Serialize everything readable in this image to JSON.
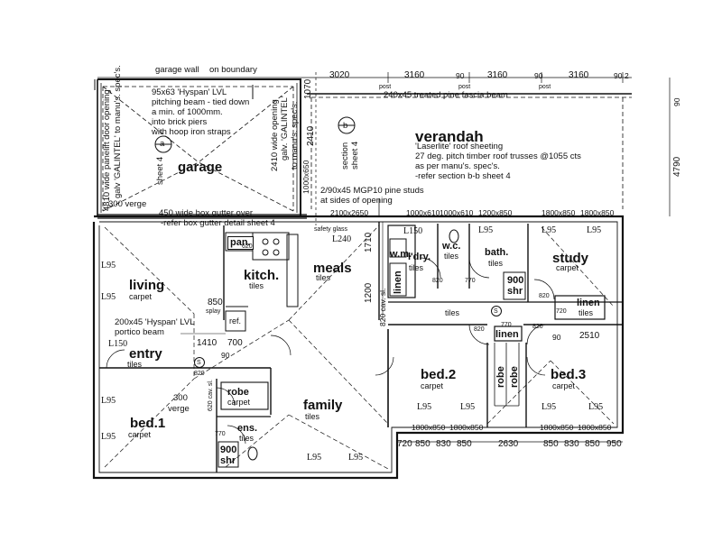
{
  "rooms": {
    "garage": "garage",
    "verandah": "verandah",
    "living": "living",
    "living_floor": "carpet",
    "kitchen": "kitch.",
    "kitchen_floor": "tiles",
    "pantry": "pan.",
    "refrigerator": "ref.",
    "meals": "meals",
    "meals_floor": "tiles",
    "laundry": "l'dry.",
    "laundry_floor": "tiles",
    "washing_machine": "w.m.",
    "wc": "w.c.",
    "wc_floor": "tiles",
    "bath": "bath.",
    "bath_floor": "tiles",
    "study": "study",
    "study_floor": "carpet",
    "linen": "linen",
    "linen_floor": "tiles",
    "entry": "entry",
    "entry_floor": "tiles",
    "hall_floor": "tiles",
    "bed1": "bed.1",
    "bed1_floor": "carpet",
    "robe": "robe",
    "robe_floor": "carpet",
    "ensuite": "ens.",
    "ensuite_floor": "tiles",
    "family": "family",
    "family_floor": "tiles",
    "bed2": "bed.2",
    "bed2_floor": "carpet",
    "bed3": "bed.3",
    "bed3_floor": "carpet",
    "shower": "900",
    "shower_label": "shr"
  },
  "notes": {
    "garage_wall": "garage wall",
    "on_boundary": "on boundary",
    "beam1": "95x63 'Hyspan' LVL",
    "beam2": "pitching beam - tied down",
    "beam3": "a min. of 1000mm.",
    "beam4": "into brick piers",
    "beam5": "with hoop iron straps",
    "panelift": "4810 wide panelift door opening",
    "galvintel1": "galv 'GALINTEL' to manu's. spec's.",
    "opening2410": "2410 wide opening",
    "galvintel2": "galv. 'GALINTEL'",
    "manuspec": "to manu's. spec's.",
    "verge300": "300 verge",
    "boxgutter1": "450 wide box gutter over",
    "boxgutter2": "-refer box gutter detail sheet 4",
    "section_a": "a",
    "section_b": "b",
    "sheet4": "sheet 4",
    "section": "section",
    "fascia": "240x45 treated pine fascia beam",
    "roof1": "'Laserlite' roof sheeting",
    "roof2": "27 deg. pitch timber roof trusses @1055 cts",
    "roof3": "as per manu's. spec's.",
    "roof4": "-refer section b-b sheet 4",
    "studs1": "2/90x45 MGP10 pine studs",
    "studs2": "at sides of opening",
    "safety_glass": "safety glass",
    "portico1": "200x45 'Hyspan' LVL",
    "portico2": "portico beam",
    "splay": "splay",
    "cav": "620 cav. sl.",
    "cav2": "820 cav. sl.",
    "verge300b": "300",
    "verge": "verge",
    "w_1000x650": "1000x650",
    "post": "post"
  },
  "levels": {
    "l95": "L95",
    "l150": "L150",
    "l240": "L240"
  },
  "dims": {
    "top": [
      "3020",
      "3160",
      "90",
      "3160",
      "90",
      "3160",
      "90",
      "2"
    ],
    "right": [
      "1070",
      "90",
      "4790"
    ],
    "verandah_left": [
      "2410"
    ],
    "w2100x2650": "2100x2650",
    "w1000x610a": "1000x610",
    "w1000x610b": "1000x610",
    "w1200x850": "1200x850",
    "w1800x850a": "1800x850",
    "w1800x850b": "1800x850",
    "d1710": "1710",
    "d1200": "1200",
    "d620": "620",
    "d850": "850",
    "d1410": "1410",
    "d700": "700",
    "d90": "90",
    "d820": "820",
    "d770": "770",
    "d720": "720",
    "d2510": "2510",
    "bottom": [
      "720",
      "850",
      "830",
      "850",
      "2630",
      "850",
      "830",
      "850",
      "950"
    ],
    "w1800x850c": "1800x850",
    "w1800x850d": "1800x850",
    "w1800x850e": "1800x850",
    "w1800x850f": "1800x850"
  },
  "smoke": "S"
}
